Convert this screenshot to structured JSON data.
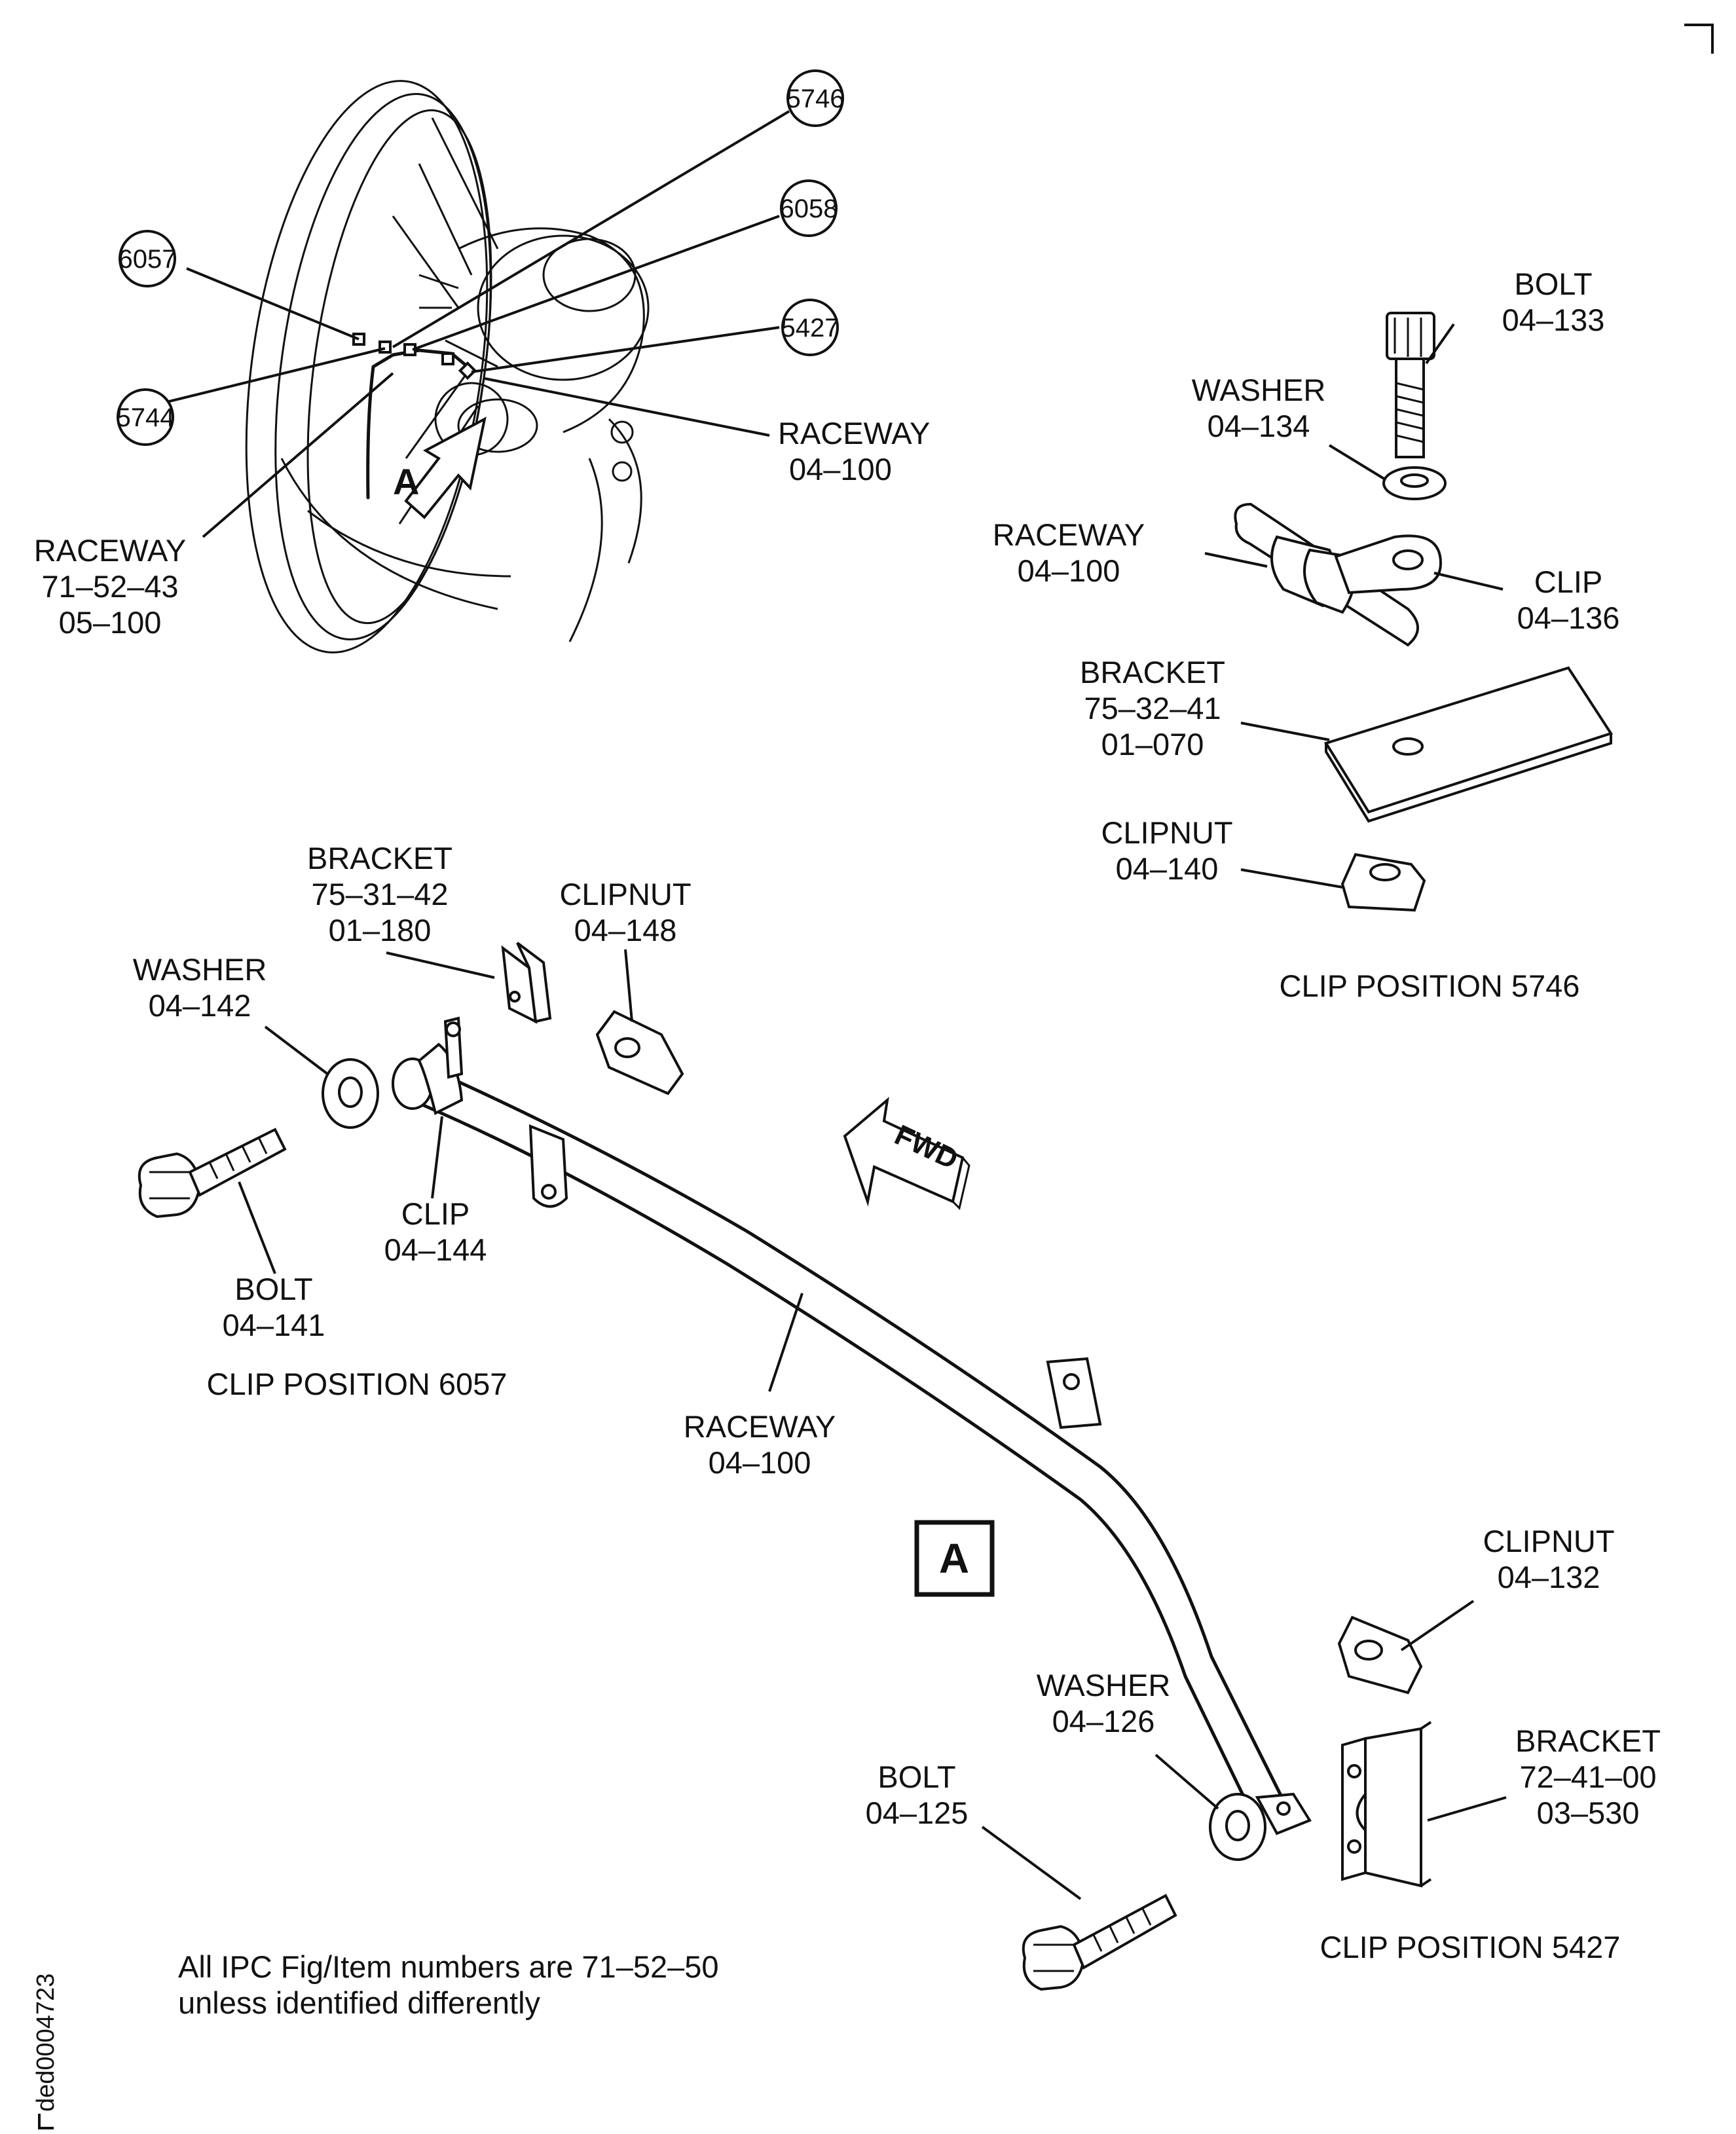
{
  "callouts": {
    "c5746": "5746",
    "c6058": "6058",
    "c6057": "6057",
    "c5427": "5427",
    "c5744": "5744"
  },
  "engine_view": {
    "view_letter": "A",
    "raceway_label": "RACEWAY",
    "raceway_item": "04–100",
    "harness_raceway_label": "RACEWAY",
    "harness_raceway_fig": "71–52–43",
    "harness_raceway_item": "05–100"
  },
  "clip_5746": {
    "bolt_label": "BOLT",
    "bolt_item": "04–133",
    "washer_label": "WASHER",
    "washer_item": "04–134",
    "raceway_label": "RACEWAY",
    "raceway_item": "04–100",
    "clip_label": "CLIP",
    "clip_item": "04–136",
    "bracket_label": "BRACKET",
    "bracket_fig": "75–32–41",
    "bracket_item": "01–070",
    "clipnut_label": "CLIPNUT",
    "clipnut_item": "04–140",
    "caption": "CLIP POSITION 5746"
  },
  "clip_6057": {
    "bracket_label": "BRACKET",
    "bracket_fig": "75–31–42",
    "bracket_item": "01–180",
    "clipnut_label": "CLIPNUT",
    "clipnut_item": "04–148",
    "washer_label": "WASHER",
    "washer_item": "04–142",
    "clip_label": "CLIP",
    "clip_item": "04–144",
    "bolt_label": "BOLT",
    "bolt_item": "04–141",
    "caption": "CLIP POSITION 6057"
  },
  "detail_a": {
    "fwd_label": "FWD",
    "raceway_label": "RACEWAY",
    "raceway_item": "04–100",
    "view_box_letter": "A"
  },
  "clip_5427": {
    "clipnut_label": "CLIPNUT",
    "clipnut_item": "04–132",
    "washer_label": "WASHER",
    "washer_item": "04–126",
    "bracket_label": "BRACKET",
    "bracket_fig": "72–41–00",
    "bracket_item": "03–530",
    "bolt_label": "BOLT",
    "bolt_item": "04–125",
    "caption": "CLIP POSITION 5427"
  },
  "footnote": {
    "line1": "All IPC Fig/Item numbers are 71–52–50",
    "line2": "unless identified differently"
  },
  "drawing_code": "ded0004723"
}
